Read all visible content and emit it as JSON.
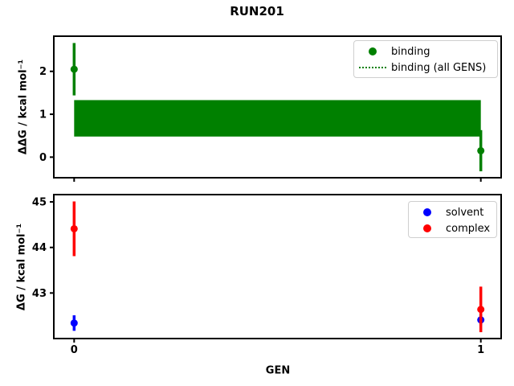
{
  "title": "RUN201",
  "background": "#ffffff",
  "chart_data": [
    {
      "type": "scatter",
      "subplot": "top",
      "ylabel": "ΔΔG / kcal mol⁻¹",
      "xlabel": "",
      "xlim": [
        -0.05,
        1.05
      ],
      "ylim": [
        -0.48,
        2.82
      ],
      "xticks": [
        0,
        1
      ],
      "show_xticklabels": false,
      "yticks": [
        0,
        1,
        2
      ],
      "grid": false,
      "series": [
        {
          "name": "binding",
          "color": "#008000",
          "marker": "circle",
          "x": [
            0,
            1
          ],
          "y": [
            2.05,
            0.15
          ],
          "yerr": [
            0.61,
            0.48
          ]
        }
      ],
      "band": {
        "name": "binding (all GENS)",
        "color": "#008000",
        "x": [
          0,
          1
        ],
        "y_lo": 0.48,
        "y_hi": 1.33
      },
      "legend": {
        "position": "upper right",
        "entries": [
          {
            "label": "binding",
            "marker": "circle",
            "color": "#008000"
          },
          {
            "label": "binding (all GENS)",
            "marker": "dotted-line",
            "color": "#008000"
          }
        ]
      }
    },
    {
      "type": "scatter",
      "subplot": "bottom",
      "ylabel": "ΔG / kcal mol⁻¹",
      "xlabel": "GEN",
      "xlim": [
        -0.05,
        1.05
      ],
      "ylim": [
        42.0,
        45.16
      ],
      "xticks": [
        0,
        1
      ],
      "xticklabels": [
        "0",
        "1"
      ],
      "show_xticklabels": true,
      "yticks": [
        43,
        44,
        45
      ],
      "grid": false,
      "series": [
        {
          "name": "solvent",
          "color": "#0000ff",
          "marker": "circle",
          "x": [
            0,
            1
          ],
          "y": [
            42.34,
            42.41
          ],
          "yerr": [
            0.17,
            0.12
          ]
        },
        {
          "name": "complex",
          "color": "#ff0000",
          "marker": "circle",
          "x": [
            0,
            1
          ],
          "y": [
            44.41,
            42.64
          ],
          "yerr": [
            0.6,
            0.5
          ]
        }
      ],
      "legend": {
        "position": "upper right",
        "entries": [
          {
            "label": "solvent",
            "marker": "circle",
            "color": "#0000ff"
          },
          {
            "label": "complex",
            "marker": "circle",
            "color": "#ff0000"
          }
        ]
      }
    }
  ]
}
